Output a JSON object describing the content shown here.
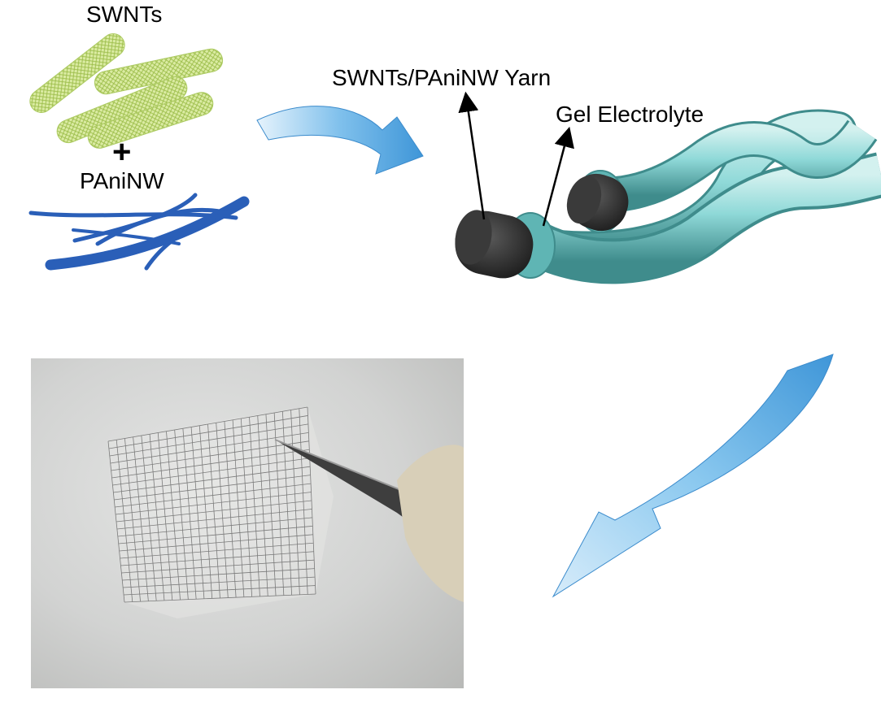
{
  "labels": {
    "swnts": "SWNTs",
    "plus": "+",
    "paninw": "PAniNW",
    "yarn": "SWNTs/PAniNW Yarn",
    "gel": "Gel Electrolyte"
  },
  "colors": {
    "swnt_green": "#b8d46a",
    "paninw_blue": "#2a5fb8",
    "arrow_blue": "#5aa8e0",
    "electrolyte_teal": "#8fd9d8",
    "yarn_core": "#2e2e2e",
    "photo_background": "#d4d5d4"
  },
  "icons": [
    "curved-arrow-right",
    "curved-arrow-down-left",
    "pointer-arrow"
  ]
}
